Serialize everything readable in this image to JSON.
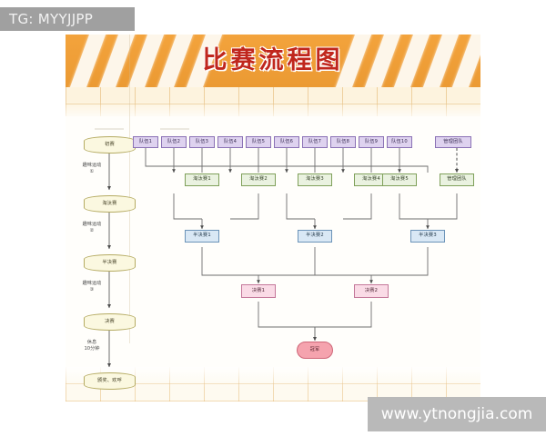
{
  "watermarks": {
    "tg": "TG: MYYJJPP",
    "site": "www.ytnongjia.com"
  },
  "poster": {
    "title": "比赛流程图"
  },
  "timeline": {
    "stages": [
      {
        "id": "stage-prelim",
        "label": "初赛"
      },
      {
        "id": "stage-elim",
        "label": "淘汰赛"
      },
      {
        "id": "stage-semi",
        "label": "半决赛"
      },
      {
        "id": "stage-final",
        "label": "决赛"
      },
      {
        "id": "stage-award",
        "label": "颁奖、欢呼"
      }
    ],
    "connectors": [
      {
        "id": "conn-1",
        "line1": "趣味运动",
        "line2": "①"
      },
      {
        "id": "conn-2",
        "line1": "趣味运动",
        "line2": "②"
      },
      {
        "id": "conn-3",
        "line1": "趣味运动",
        "line2": "③"
      },
      {
        "id": "conn-4",
        "line1": "休息",
        "line2": "10分钟"
      }
    ]
  },
  "bracket": {
    "teams": [
      "队伍1",
      "队伍2",
      "队伍3",
      "队伍4",
      "队伍5",
      "队伍6",
      "队伍7",
      "队伍8",
      "队伍9",
      "队伍10",
      "管理团队"
    ],
    "elimination": [
      "淘汰赛1",
      "淘汰赛2",
      "淘汰赛3",
      "淘汰赛4",
      "淘汰赛5",
      "管理团队"
    ],
    "semifinals": [
      "半决赛1",
      "半决赛2",
      "半决赛3"
    ],
    "finals": [
      "决赛1",
      "决赛2"
    ],
    "champion": "冠军"
  },
  "colors": {
    "header_orange": "#eb9a33",
    "title_red": "#c0271d",
    "team_fill": "#ded2ef",
    "elim_fill": "#eaf2e0",
    "semi_fill": "#d9e8f5",
    "final_fill": "#fadbe6",
    "champion_fill": "#f5a3ae",
    "stage_fill": "#fbf8e0",
    "connector_line": "#6e6e6e"
  }
}
